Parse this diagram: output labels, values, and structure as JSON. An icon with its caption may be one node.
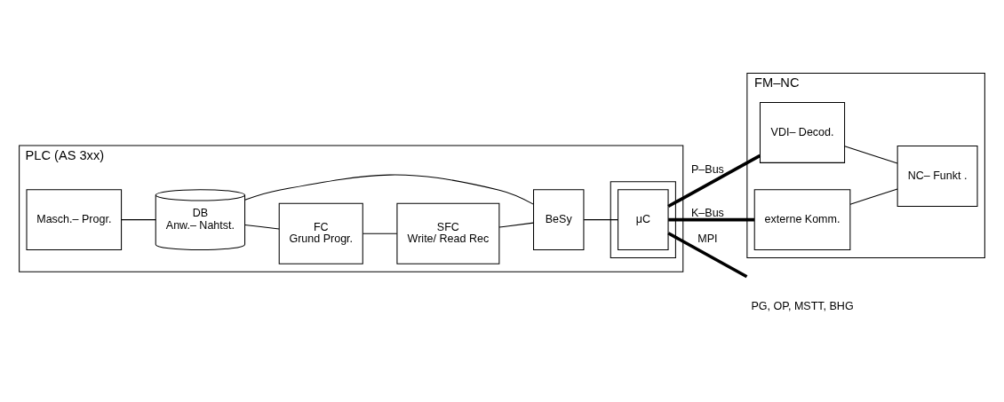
{
  "diagram": {
    "nodes": [
      {
        "text": [
          "PLC (AS 3xx)"
        ]
      },
      {
        "text": [
          "Masch.– Progr."
        ],
        "in": 0
      },
      {
        "text": [
          "DB",
          "Anw.– Nahtst."
        ],
        "in": 0
      },
      {
        "text": [
          "FC",
          "Grund Progr."
        ],
        "in": 0
      },
      {
        "text": [
          "SFC",
          "Write/ Read Rec"
        ],
        "in": 0
      },
      {
        "text": [
          "BeSy"
        ],
        "in": 0
      },
      {
        "text": [],
        "shape": "box",
        "in": 0
      },
      {
        "text": [
          "μC"
        ],
        "in": 6
      },
      {
        "text": [
          "FM–NC"
        ]
      },
      {
        "text": [
          "VDI– Decod."
        ],
        "in": 8
      },
      {
        "text": [
          "externe Komm."
        ],
        "in": 8
      },
      {
        "text": [
          "NC– Funkt ."
        ],
        "in": 8
      },
      {
        "text": [
          "PG, OP, MSTT, BHG"
        ]
      }
    ],
    "edges": [
      {
        "from": 1,
        "to": 2,
        "arrow": "none"
      },
      {
        "from": 2,
        "to": 3,
        "arrow": "none"
      },
      {
        "from": 3,
        "to": 4,
        "arrow": "none"
      },
      {
        "from": 4,
        "to": 5,
        "arrow": "none"
      },
      {
        "from": 2,
        "to": 5,
        "arrow": "none"
      },
      {
        "from": 5,
        "to": 7,
        "arrow": "none"
      },
      {
        "from": 7,
        "to": 9,
        "arrow": "none",
        "label": "P–Bus",
        "style": "thick"
      },
      {
        "from": 7,
        "to": 10,
        "arrow": "none",
        "label": "K–Bus",
        "style": "thick"
      },
      {
        "from": 7,
        "to": 12,
        "arrow": "none",
        "label": "MPI",
        "style": "thick"
      },
      {
        "from": 9,
        "to": 11,
        "arrow": "none"
      },
      {
        "from": 10,
        "to": 11,
        "arrow": "none"
      }
    ]
  }
}
